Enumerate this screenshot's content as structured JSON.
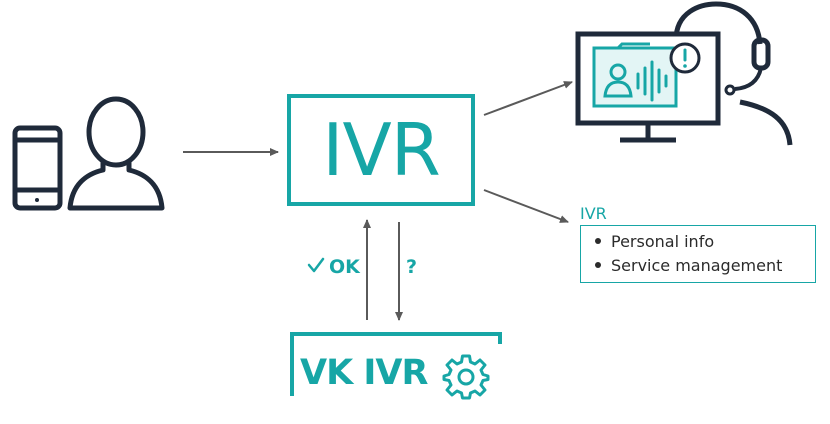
{
  "colors": {
    "accent": "#17a6a6",
    "ink": "#1f2a3a",
    "arrow": "#5a5a5a"
  },
  "icons": [
    "phone-icon",
    "user-icon",
    "operator-monitor-icon",
    "gear-icon"
  ],
  "ivr_box": {
    "label": "IVR"
  },
  "edges": {
    "ok_label": "OK",
    "question_label": "?"
  },
  "vk_box": {
    "label": "VK IVR"
  },
  "side_panel": {
    "title": "IVR",
    "items": [
      "Personal info",
      "Service management"
    ]
  }
}
